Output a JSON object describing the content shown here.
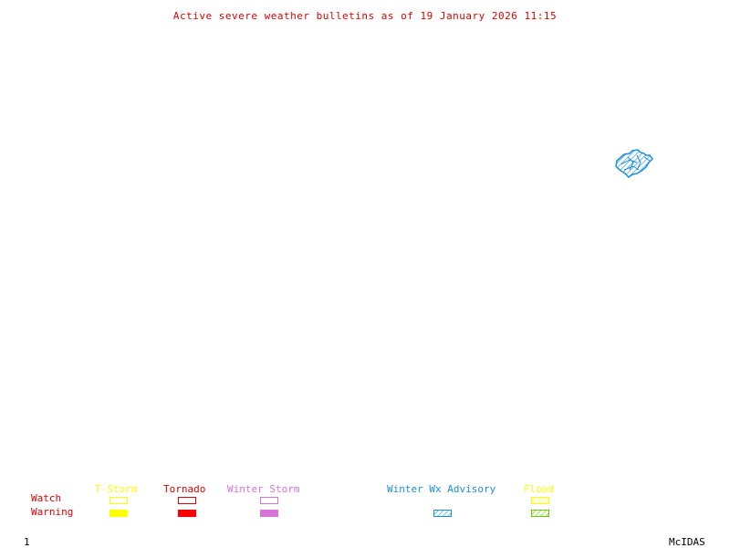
{
  "title": "Active severe weather bulletins as of 19 January 2026 11:15",
  "map": {
    "region_icon": "advisory-polygon",
    "region_color": "#1a8fe0",
    "region_type": "Winter Wx Advisory"
  },
  "legend": {
    "row_labels": {
      "watch": "Watch",
      "warning": "Warning"
    },
    "categories": [
      {
        "label": "T-Storm",
        "color": "#ffff00",
        "watch": "outline",
        "warning": "filled"
      },
      {
        "label": "Tornado",
        "color": "#ff0000",
        "watch": "outline",
        "warning": "filled"
      },
      {
        "label": "Winter Storm",
        "color": "#d873d8",
        "watch": "outline",
        "warning": "filled"
      },
      {
        "label": "Winter Wx Advisory",
        "color": "#1a8fe0",
        "watch": null,
        "warning": "hatched"
      },
      {
        "label": "Flood",
        "color": "#ffff00",
        "watch": "hatched",
        "warning": "hatched",
        "warning_color": "#66cc00"
      }
    ]
  },
  "footer": {
    "frame_number": "1",
    "brand": "McIDAS"
  }
}
